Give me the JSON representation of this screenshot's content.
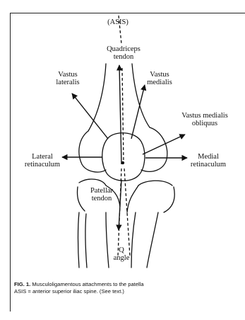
{
  "labels": {
    "asis": "(ASIS)",
    "quadriceps_tendon": "Quadriceps\ntendon",
    "vastus_lateralis": "Vastus\nlateralis",
    "vastus_medialis": "Vastus\nmedialis",
    "vastus_medialis_obliquus": "Vastus medialis\nobliquus",
    "lateral_retinaculum": "Lateral\nretinaculum",
    "medial_retinaculum": "Medial\nretinaculum",
    "patellar_tendon": "Patellar\ntendon",
    "q_angle": "Q\nangle"
  },
  "caption": {
    "figure_number": "FIG. 1.",
    "line1_text": "Musculoligamentous attachments to the patella",
    "line2_text": "ASIS = anterior superior iliac spine. (See text.)"
  }
}
